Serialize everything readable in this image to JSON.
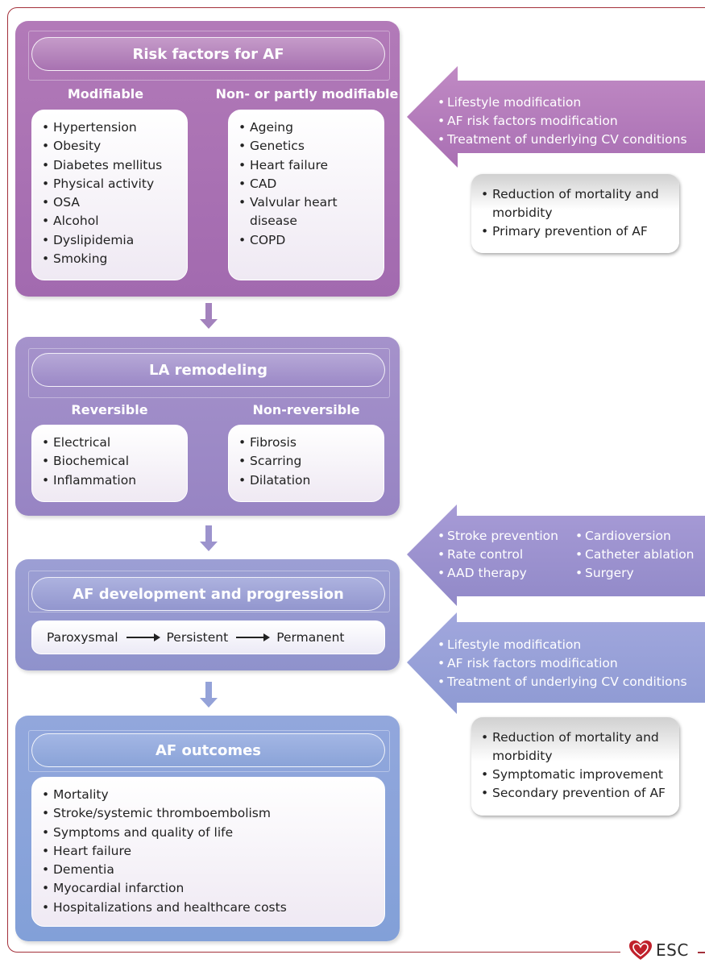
{
  "risk": {
    "title": "Risk factors for AF",
    "modifiable_label": "Modifiable",
    "nonmodifiable_label": "Non- or partly modifiable",
    "modifiable": [
      "Hypertension",
      "Obesity",
      "Diabetes mellitus",
      "Physical activity",
      "OSA",
      "Alcohol",
      "Dyslipidemia",
      "Smoking"
    ],
    "nonmodifiable": [
      "Ageing",
      "Genetics",
      "Heart failure",
      "CAD",
      "Valvular heart disease",
      "COPD"
    ]
  },
  "remodel": {
    "title": "LA remodeling",
    "reversible_label": "Reversible",
    "nonreversible_label": "Non-reversible",
    "reversible": [
      "Electrical",
      "Biochemical",
      "Inflammation"
    ],
    "nonreversible": [
      "Fibrosis",
      "Scarring",
      "Dilatation"
    ]
  },
  "progression": {
    "title": "AF development and progression",
    "stages": [
      "Paroxysmal",
      "Persistent",
      "Permanent"
    ]
  },
  "outcomes": {
    "title": "AF outcomes",
    "items": [
      "Mortality",
      "Stroke/systemic thromboembolism",
      "Symptoms and quality of life",
      "Heart failure",
      "Dementia",
      "Myocardial infarction",
      "Hospitalizations and healthcare costs"
    ]
  },
  "arrow1": {
    "items": [
      "Lifestyle modification",
      "AF risk factors modification",
      "Treatment of underlying CV conditions"
    ]
  },
  "box1": {
    "items": [
      "Reduction of mortality and morbidity",
      "Primary prevention of AF"
    ]
  },
  "arrow2": {
    "left": [
      "Stroke prevention",
      "Rate control",
      "AAD therapy"
    ],
    "right": [
      "Cardioversion",
      "Catheter ablation",
      "Surgery"
    ]
  },
  "arrow3": {
    "items": [
      "Lifestyle modification",
      "AF risk factors modification",
      "Treatment of underlying CV conditions"
    ]
  },
  "box2": {
    "items": [
      "Reduction of mortality and morbidity",
      "Symptomatic improvement",
      "Secondary prevention of AF"
    ]
  },
  "logo": {
    "text": "ESC"
  },
  "colors": {
    "frame": "#a3303a",
    "risk": "#a96fb3",
    "remodel": "#9d8ac6",
    "progression": "#9598cf",
    "outcomes": "#88a3da"
  }
}
